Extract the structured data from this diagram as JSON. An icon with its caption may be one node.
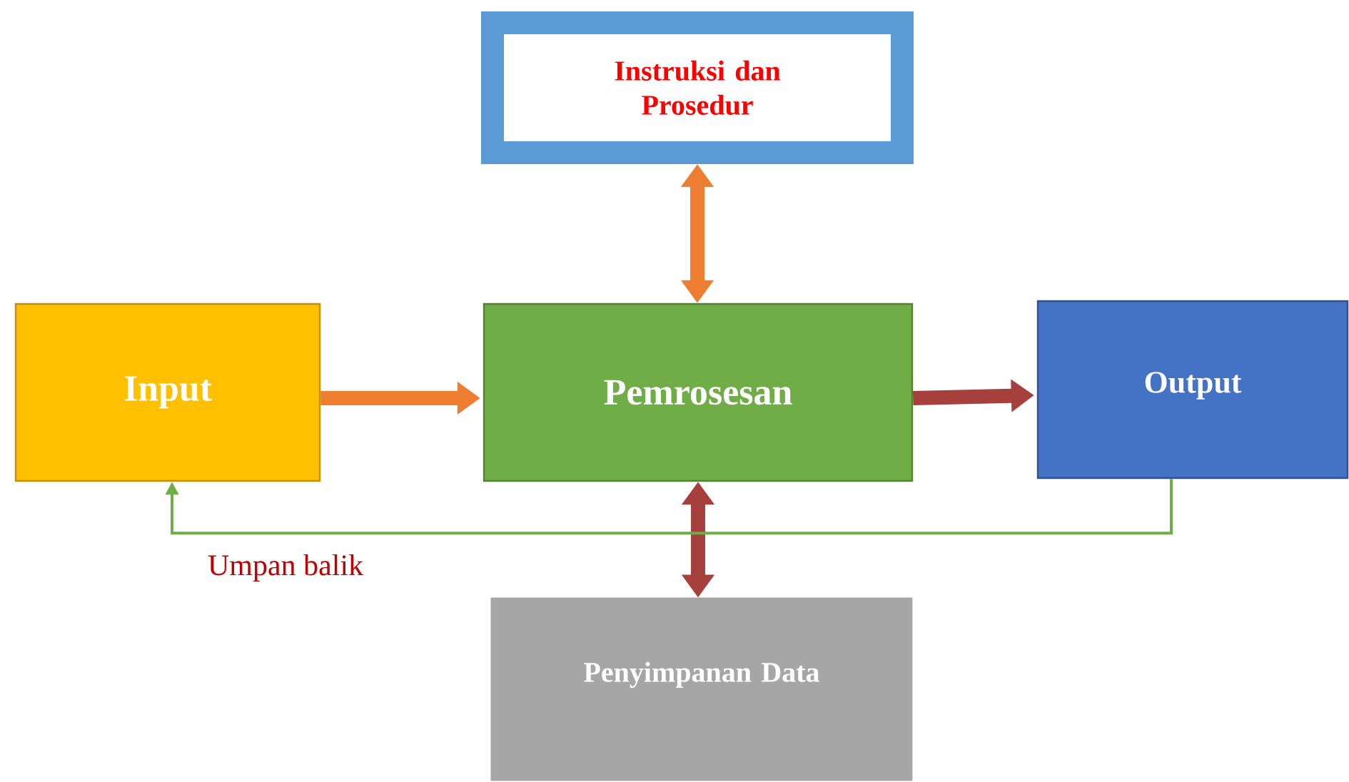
{
  "diagram": {
    "nodes": [
      {
        "text": [
          "Instruksi dan Prosedur"
        ]
      },
      {
        "text": [
          "Input"
        ]
      },
      {
        "text": [
          "Pemrosesan"
        ]
      },
      {
        "text": [
          "Output"
        ]
      },
      {
        "text": [
          "Penyimpanan Data"
        ]
      }
    ],
    "edges": [
      {
        "from": 1,
        "to": 2,
        "arrow": "to",
        "color": "#ed7d31"
      },
      {
        "from": 2,
        "to": 3,
        "arrow": "to",
        "color": "#a5403d"
      },
      {
        "from": 0,
        "to": 2,
        "arrow": "both",
        "color": "#ed7d31"
      },
      {
        "from": 2,
        "to": 4,
        "arrow": "both",
        "color": "#a5403d"
      },
      {
        "from": 3,
        "to": 1,
        "arrow": "to",
        "label": "Umpan balik",
        "color": "#70ad47"
      }
    ]
  }
}
